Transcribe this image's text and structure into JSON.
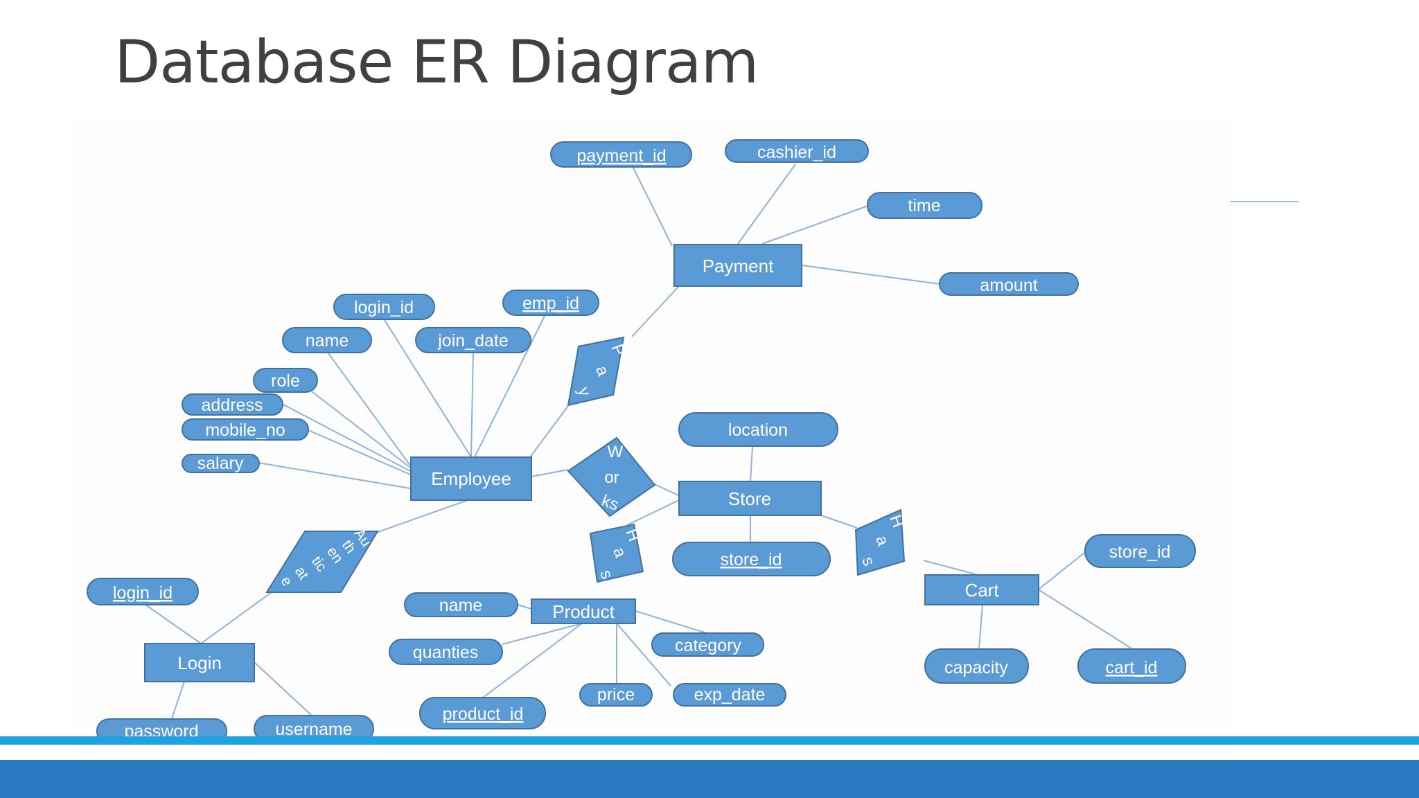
{
  "title": "Database ER Diagram",
  "colors": {
    "shape_fill": "#5b9bd5",
    "shape_stroke": "#41719c",
    "line": "#8fb2d6",
    "stripe_light": "#1fa2e2",
    "stripe_dark": "#2a78c0"
  },
  "entities": {
    "payment": "Payment",
    "employee": "Employee",
    "store": "Store",
    "product": "Product",
    "cart": "Cart",
    "login": "Login"
  },
  "attributes": {
    "payment_id": "payment_id",
    "cashier_id": "cashier_id",
    "time": "time",
    "amount": "amount",
    "emp_login_id": "login_id",
    "emp_id": "emp_id",
    "emp_name": "name",
    "join_date": "join_date",
    "role": "role",
    "address": "address",
    "mobile_no": "mobile_no",
    "salary": "salary",
    "location": "location",
    "store_store_id": "store_id",
    "cart_store_id": "store_id",
    "capacity": "capacity",
    "cart_id": "cart_id",
    "product_name": "name",
    "quanties": "quanties",
    "category": "category",
    "price": "price",
    "exp_date": "exp_date",
    "product_id": "product_id",
    "login_login_id": "login_id",
    "password": "password",
    "username": "username"
  },
  "relationships": {
    "pay": [
      "P",
      "a",
      "y"
    ],
    "works": [
      "W",
      "or",
      "ks"
    ],
    "has_product": [
      "H",
      "a",
      "s"
    ],
    "has_cart": [
      "H",
      "a",
      "s"
    ],
    "authenticate": [
      "Au",
      "th",
      "en",
      "tic",
      "at",
      "e"
    ]
  }
}
